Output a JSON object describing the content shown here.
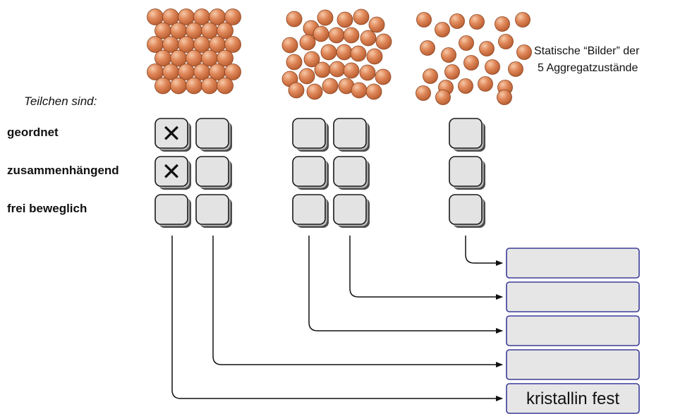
{
  "caption": [
    "Statische “Bilder” der",
    "5 Aggregatzustände"
  ],
  "particles_header": "Teilchen sind:",
  "properties": [
    "geordnet",
    "zusammenhängend",
    "frei beweglich"
  ],
  "states": [
    {
      "order": "highly ordered",
      "checked": [
        [
          true,
          false
        ],
        [
          true,
          false
        ],
        [
          false,
          false
        ]
      ]
    },
    {
      "order": "less ordered",
      "checked": [
        [
          false,
          false
        ],
        [
          false,
          false
        ],
        [
          false,
          false
        ]
      ]
    },
    {
      "order": "disordered",
      "checked": [
        [
          false
        ],
        [
          false
        ],
        [
          false
        ]
      ]
    }
  ],
  "answer_boxes": [
    "",
    "",
    "",
    "",
    "kristallin fest"
  ],
  "colors": {
    "sphere": "#e0885a",
    "sphere_light": "#f6c9a8",
    "box_border": "#3b3b9a",
    "box_fill": "#e6e6e6"
  },
  "check_symbol": "✕"
}
